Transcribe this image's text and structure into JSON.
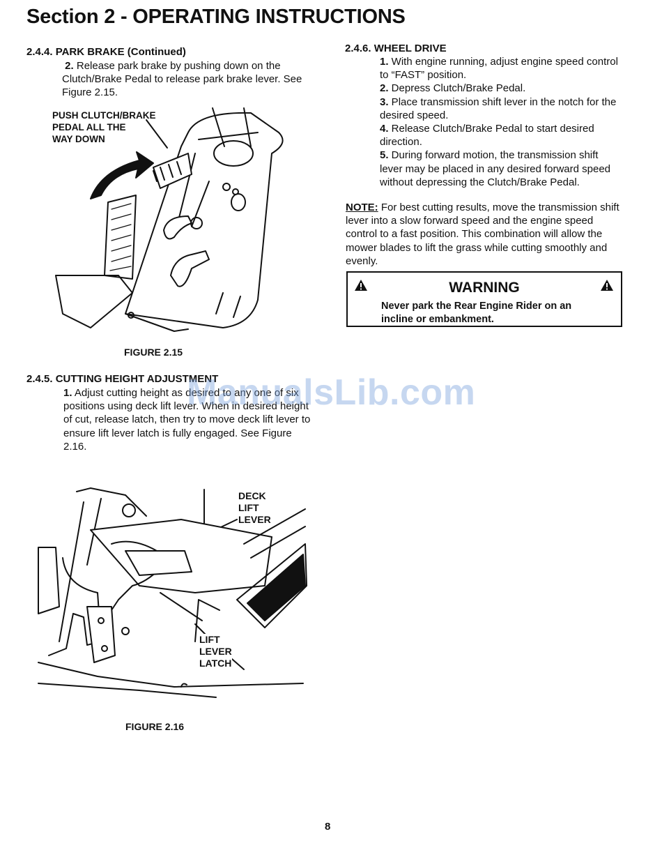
{
  "header": {
    "title": "Section 2 - OPERATING INSTRUCTIONS"
  },
  "park_brake": {
    "heading": "2.4.4.  PARK BRAKE (Continued)",
    "step2_num": "2.",
    "step2_text": " Release park brake by pushing down on the Clutch/Brake Pedal to release park brake lever.  See Figure 2.15.",
    "callout": [
      "PUSH CLUTCH/BRAKE",
      "PEDAL ALL THE",
      "WAY DOWN"
    ],
    "caption": "FIGURE 2.15"
  },
  "cutting_height": {
    "heading": "2.4.5.  CUTTING HEIGHT ADJUSTMENT",
    "step1_num": "1.",
    "step1_text": " Adjust cutting height as desired to any one of six positions using deck lift lever.  When in desired height of cut, release latch, then try to move deck lift lever to ensure lift lever latch is fully engaged.  See Figure 2.16.",
    "callout_deck": [
      "DECK",
      "LIFT",
      "LEVER"
    ],
    "callout_latch": [
      "LIFT",
      "LEVER",
      "LATCH"
    ],
    "caption": "FIGURE 2.16"
  },
  "wheel_drive": {
    "heading": "2.4.6.  WHEEL DRIVE",
    "steps": [
      {
        "num": "1.",
        "text": " With engine running, adjust engine speed control to “FAST” position."
      },
      {
        "num": "2.",
        "text": " Depress Clutch/Brake Pedal."
      },
      {
        "num": "3.",
        "text": " Place transmission shift lever in the notch for the desired speed."
      },
      {
        "num": "4.",
        "text": " Release Clutch/Brake Pedal to start desired direction."
      },
      {
        "num": "5.",
        "text": " During forward motion, the transmission shift lever may be placed in any desired forward speed without depressing the Clutch/Brake Pedal."
      }
    ],
    "note_label": "NOTE:",
    "note_text": "  For best cutting results, move the transmission shift lever into a slow forward speed and the engine speed control to a fast position.  This combination will allow the mower blades to lift the grass while cutting smoothly and evenly."
  },
  "warning": {
    "title": "WARNING",
    "text": "Never park the Rear Engine Rider on an incline or embankment.",
    "icon": "warning-triangle-icon"
  },
  "watermark": "ManualsLib.com",
  "footer": {
    "page_number": "8"
  }
}
